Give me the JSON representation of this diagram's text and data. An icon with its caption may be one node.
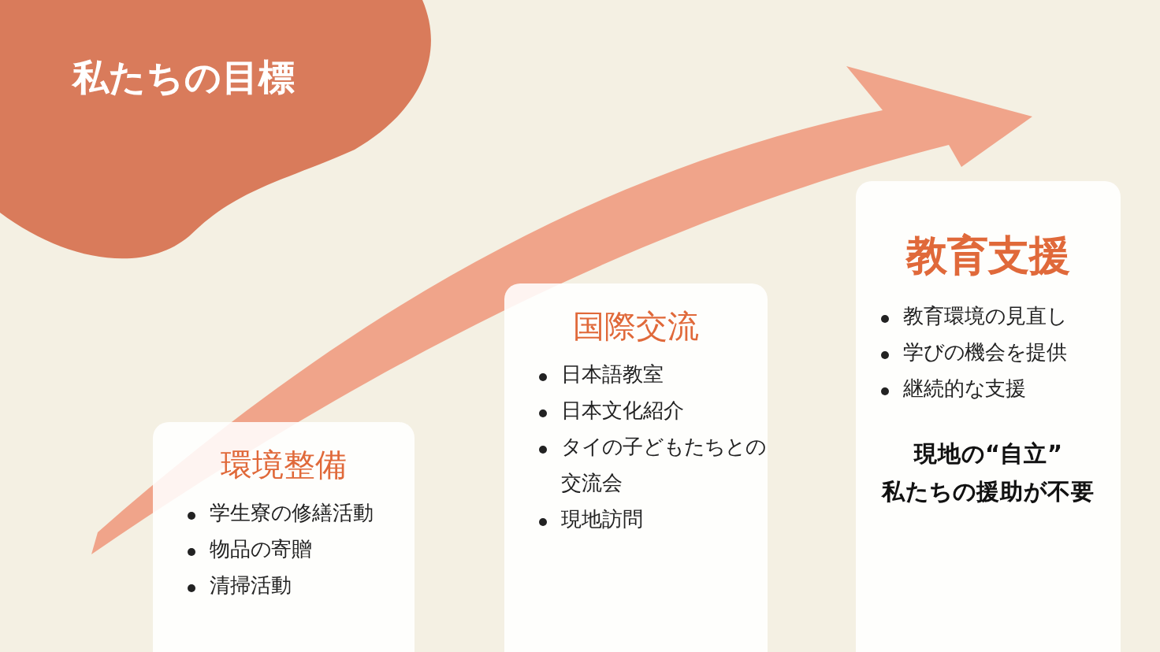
{
  "diagram": {
    "title": "私たちの目標",
    "nodes": [
      {
        "text": [
          "環境整備",
          "学生寮の修繕活動",
          "物品の寄贈",
          "清掃活動"
        ]
      },
      {
        "text": [
          "国際交流",
          "日本語教室",
          "日本文化紹介",
          "タイの子どもたちとの交流会",
          "現地訪問"
        ]
      },
      {
        "text": [
          "教育支援",
          "教育環境の見直し",
          "学びの機会を提供",
          "継続的な支援",
          "現地の“自立”",
          "私たちの援助が不要"
        ]
      }
    ]
  }
}
